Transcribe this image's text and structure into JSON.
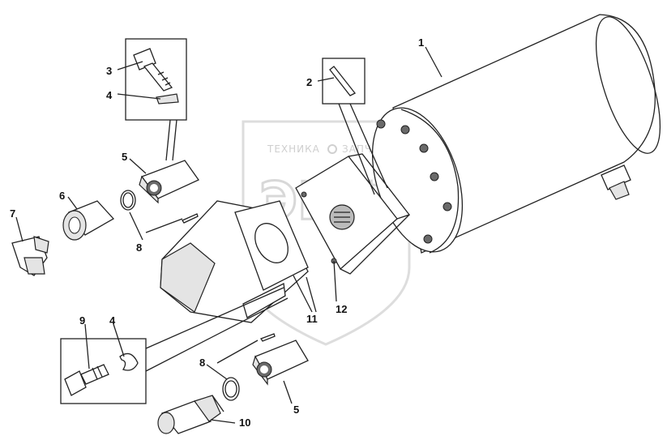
{
  "watermark": {
    "line1_left": "ТЕХНИКА",
    "line1_right": "ЗАПЧАСТИ",
    "logo": "ЭПФ"
  },
  "callouts": {
    "c1": "1",
    "c2": "2",
    "c3": "3",
    "c4_top": "4",
    "c5_top": "5",
    "c6": "6",
    "c7": "7",
    "c8_mid": "8",
    "c9": "9",
    "c4_bottom": "4",
    "c8_bottom": "8",
    "c5_bottom": "5",
    "c10": "10",
    "c11": "11",
    "c12": "12"
  }
}
